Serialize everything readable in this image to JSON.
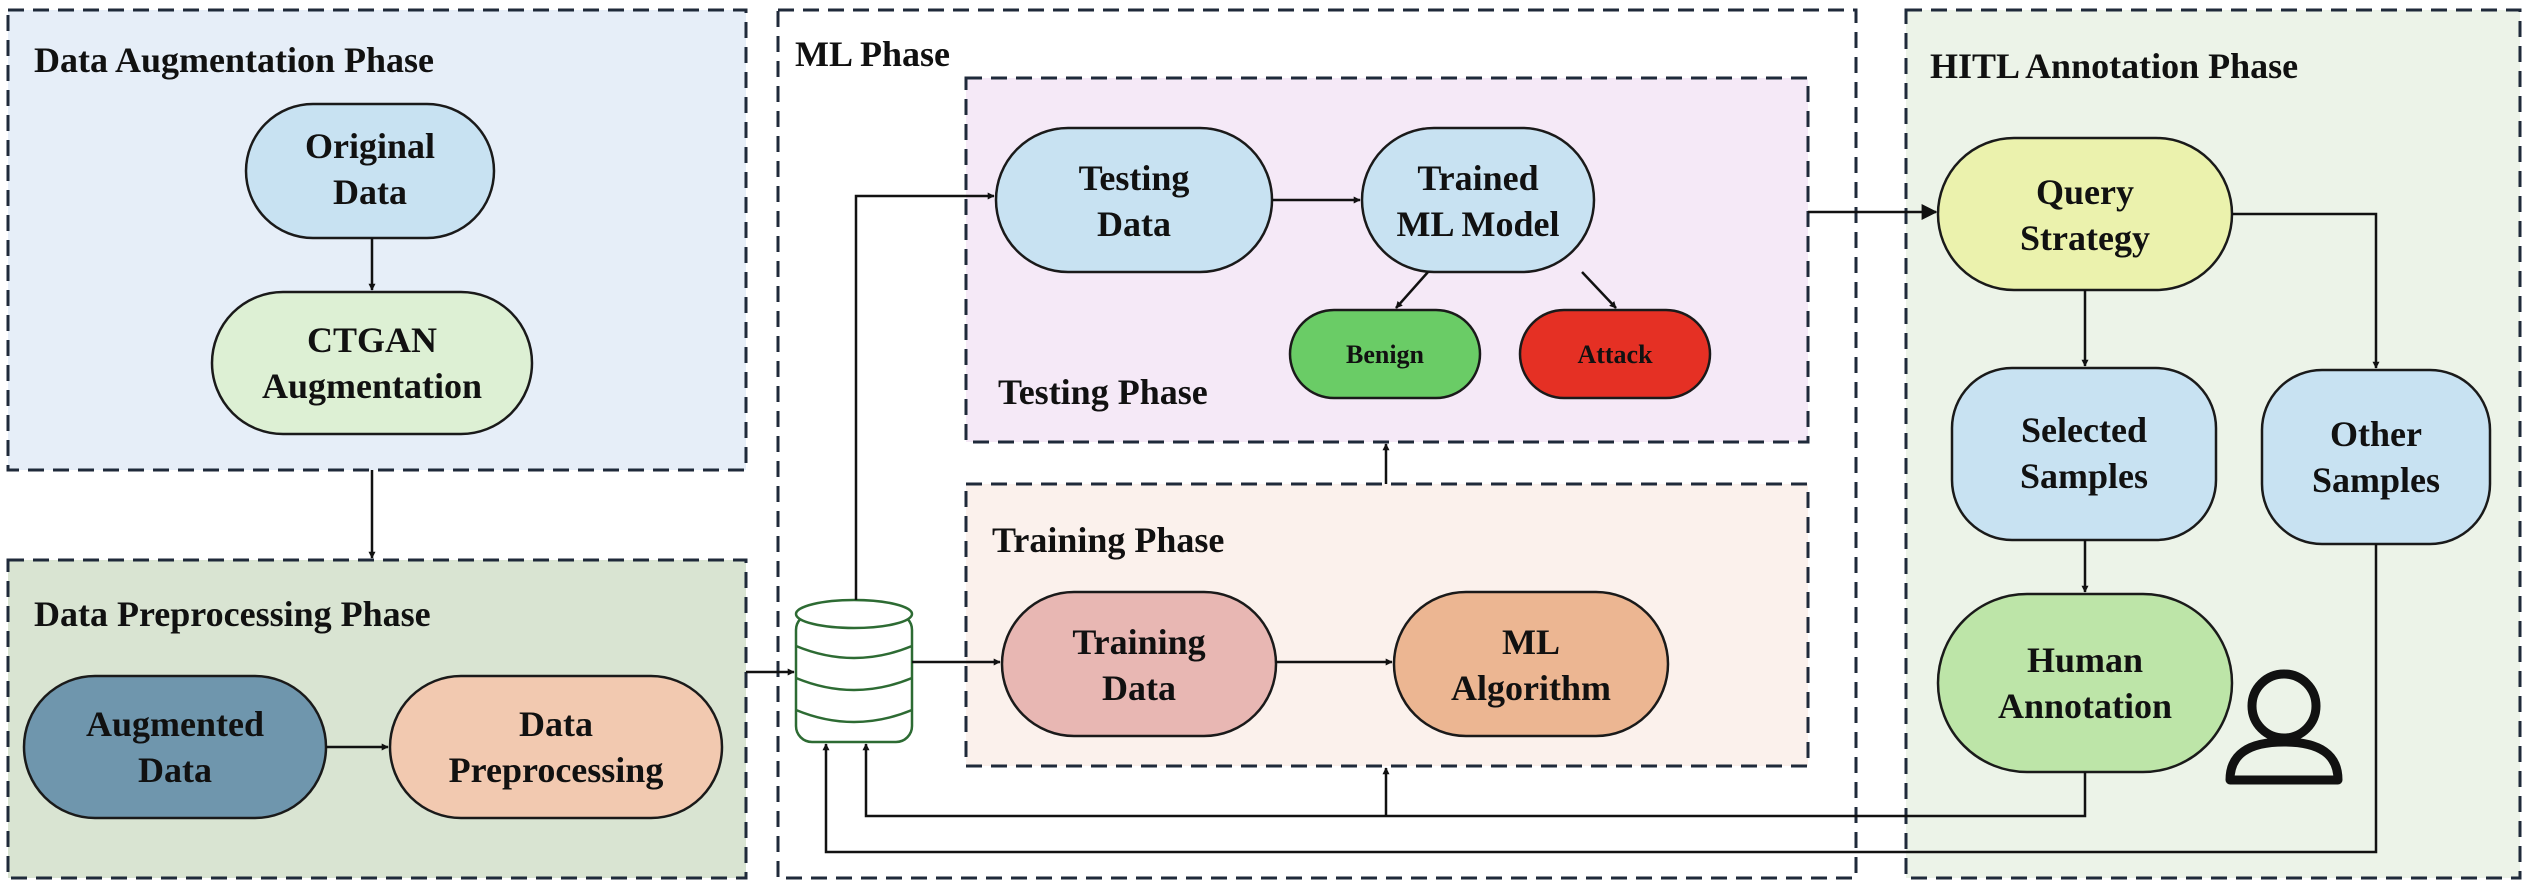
{
  "phases": {
    "augmentation": {
      "title": "Data Augmentation Phase"
    },
    "preprocessing": {
      "title": "Data Preprocessing Phase"
    },
    "ml": {
      "title": "ML Phase"
    },
    "testing": {
      "title": "Testing Phase"
    },
    "training": {
      "title": "Training Phase"
    },
    "hitl": {
      "title": "HITL Annotation Phase"
    }
  },
  "nodes": {
    "original_data": {
      "line1": "Original",
      "line2": "Data"
    },
    "ctgan": {
      "line1": "CTGAN",
      "line2": "Augmentation"
    },
    "augmented_data": {
      "line1": "Augmented",
      "line2": "Data"
    },
    "data_preprocessing": {
      "line1": "Data",
      "line2": "Preprocessing"
    },
    "testing_data": {
      "line1": "Testing",
      "line2": "Data"
    },
    "trained_model": {
      "line1": "Trained",
      "line2": "ML Model"
    },
    "benign": {
      "label": "Benign"
    },
    "attack": {
      "label": "Attack"
    },
    "training_data": {
      "line1": "Training",
      "line2": "Data"
    },
    "ml_algorithm": {
      "line1": "ML",
      "line2": "Algorithm"
    },
    "query_strategy": {
      "line1": "Query",
      "line2": "Strategy"
    },
    "selected_samples": {
      "line1": "Selected",
      "line2": "Samples"
    },
    "other_samples": {
      "line1": "Other",
      "line2": "Samples"
    },
    "human_annotation": {
      "line1": "Human",
      "line2": "Annotation"
    }
  },
  "icons": {
    "database": "database-icon",
    "user": "user-icon"
  },
  "colors": {
    "augmentation_bg": "#e6eef8",
    "preprocessing_bg": "#d9e4d2",
    "ml_bg": "#ffffff",
    "testing_bg": "#f5e9f7",
    "training_bg": "#fbf1ec",
    "hitl_bg": "#ecf3e8",
    "light_blue": "#c8e2f2",
    "light_green": "#ddf0d4",
    "steel_blue": "#6f96ad",
    "peach": "#f2c9b0",
    "rose": "#e8b7b3",
    "apricot": "#ecb692",
    "yellow": "#ebf2ad",
    "medium_green": "#bde5a8",
    "benign_green": "#6acc66",
    "attack_red": "#e53024"
  }
}
